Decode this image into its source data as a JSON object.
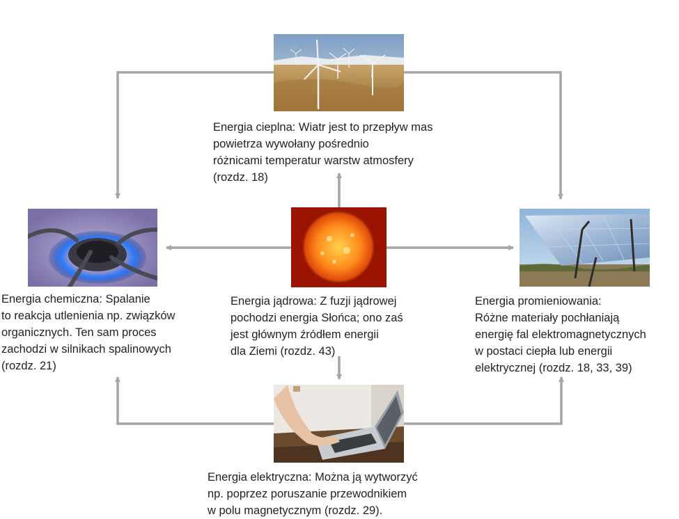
{
  "colors": {
    "connector": "#a6a6a6",
    "text": "#222222",
    "background": "#ffffff"
  },
  "nodes": {
    "thermal": {
      "image": "wind-turbines-photo",
      "lines": [
        "Energia cieplna: Wiatr jest to przepływ mas",
        "powietrza wywołany pośrednio",
        "różnicami temperatur warstw atmosfery",
        "(rozdz. 18)"
      ]
    },
    "chemical": {
      "image": "gas-burner-flame-photo",
      "lines": [
        "Energia chemiczna: Spalanie",
        "to reakcja utlenienia np. związków",
        "organicznych. Ten sam proces",
        "zachodzi w silnikach spalinowych",
        "(rozdz. 21)"
      ]
    },
    "nuclear": {
      "image": "sun-photo",
      "lines": [
        "Energia jądrowa: Z fuzji jądrowej",
        "pochodzi energia Słońca; ono zaś",
        "jest głównym źródłem energii",
        "dla Ziemi (rozdz. 43)"
      ]
    },
    "radiant": {
      "image": "solar-concentrator-photo",
      "lines": [
        "Energia promieniowania:",
        "Różne materiały pochłaniają",
        "energię fal elektromagnetycznych",
        "w postaci ciepła lub energii",
        "elektrycznej (rozdz. 18, 33, 39)"
      ]
    },
    "electric": {
      "image": "laptop-typing-photo",
      "lines": [
        "Energia elektryczna: Można ją wytworzyć",
        "np. poprzez poruszanie przewodnikiem",
        "w polu magnetycznym (rozdz. 29)."
      ]
    }
  }
}
